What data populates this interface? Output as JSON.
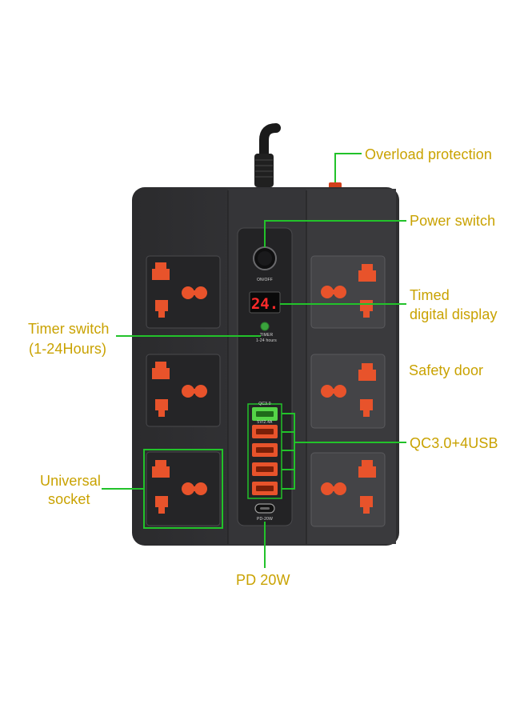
{
  "callouts": {
    "overload_protection": "Overload protection",
    "power_switch": "Power switch",
    "timed_display_line1": "Timed",
    "timed_display_line2": "digital display",
    "timer_switch_line1": "Timer switch",
    "timer_switch_line2": "(1-24Hours)",
    "safety_door": "Safety door",
    "usb_ports": "QC3.0+4USB",
    "universal_socket_line1": "Universal",
    "universal_socket_line2": "socket",
    "pd": "PD 20W"
  },
  "device": {
    "on_off_label": "ON/OFF",
    "display_value": "24.",
    "timer_label": "TIMER",
    "timer_range": "1-24 hours",
    "qc_label": "QC3.0",
    "usb_label": "5V/2.4A",
    "pd_label": "PD-20W"
  },
  "colors": {
    "callout_text": "#c9a200",
    "callout_line": "#22c22a",
    "socket_orange": "#e8532b",
    "body_dark": "#2a2a2c",
    "display_red": "#ff2a2a"
  }
}
